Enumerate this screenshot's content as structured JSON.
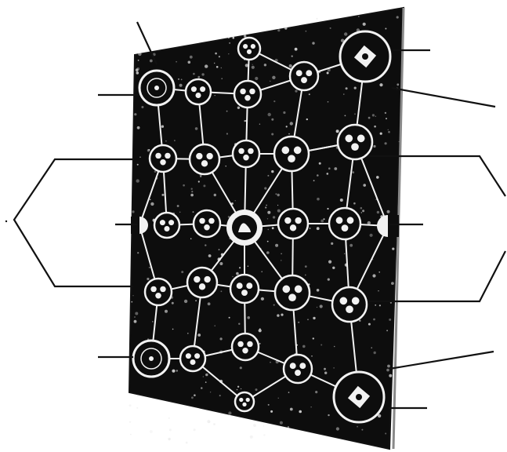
{
  "figure": {
    "description_text": "",
    "colors": {
      "panel": "#0d0d0d",
      "ink": "#111111",
      "node_ring": "#f2f2f2",
      "background": "#ffffff",
      "speckle": "#e9e9e9"
    },
    "node_styles": [
      "large-ring",
      "medium-ring",
      "small-ring",
      "center-medallion",
      "half-disc"
    ],
    "label_lines": 14,
    "labels": []
  }
}
